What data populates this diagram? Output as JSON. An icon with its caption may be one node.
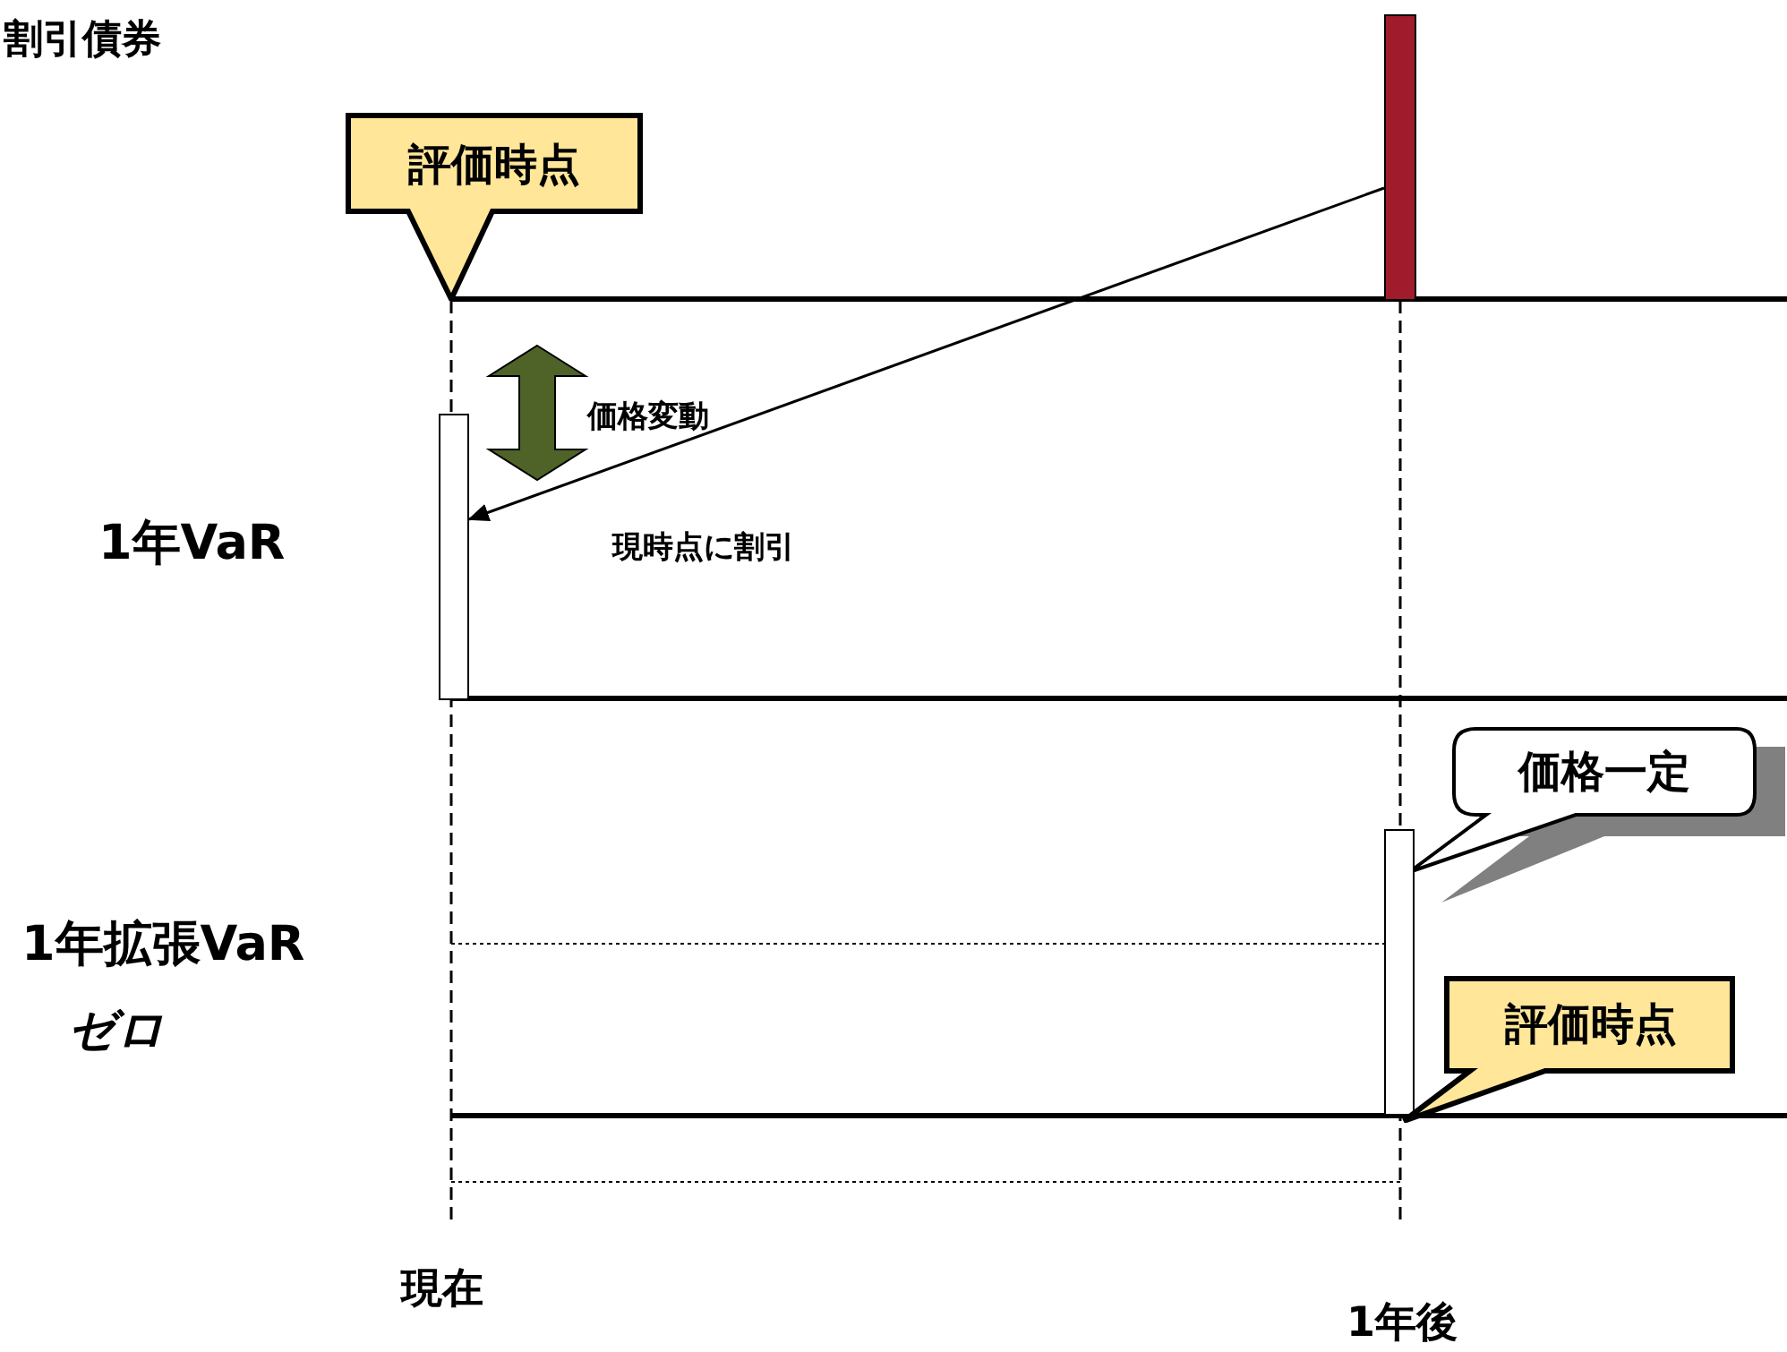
{
  "diagram": {
    "nodes": [
      {
        "text": [
          "評価時点"
        ]
      },
      {
        "text": [],
        "shape": "bar"
      },
      {
        "text": [],
        "shape": "bar"
      },
      {
        "text": [
          "価格一定"
        ]
      },
      {
        "text": [],
        "shape": "bar"
      },
      {
        "text": [
          "評価時点"
        ]
      }
    ],
    "edges": [
      {
        "from": 1,
        "to": 2,
        "arrow": "to",
        "label": "現時点に割引"
      }
    ],
    "labels": [
      "割引債券",
      "価格変動",
      "1年VaR",
      "1年拡張VaR",
      "ゼロ",
      "現在",
      "1年後"
    ]
  }
}
